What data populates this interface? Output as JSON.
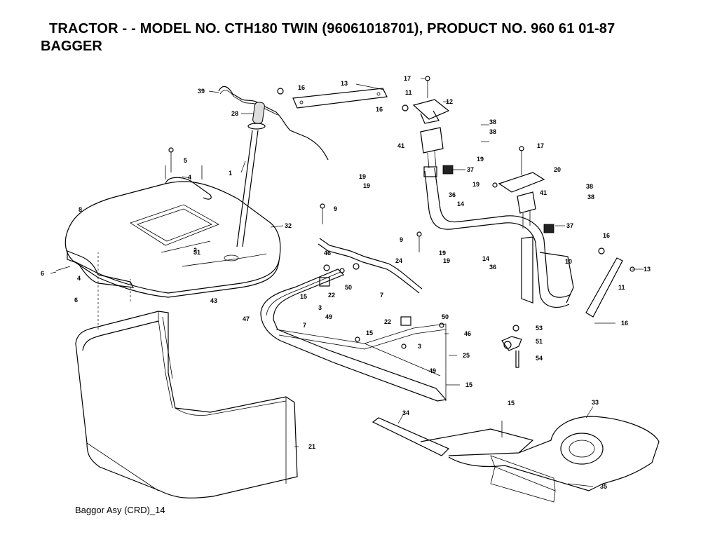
{
  "header": {
    "title": "TRACTOR - - MODEL NO. CTH180 TWIN (96061018701), PRODUCT NO. 960 61 01-87",
    "subtitle": "BAGGER"
  },
  "caption": "Baggor Asy (CRD)_14",
  "callouts": {
    "c39": "39",
    "c13": "13",
    "c16a": "16",
    "c16b": "16",
    "c17a": "17",
    "c11a": "11",
    "c12": "12",
    "c28": "28",
    "c38a": "38",
    "c38b": "38",
    "c41a": "41",
    "c19a": "19",
    "c17b": "17",
    "c5": "5",
    "c4a": "4",
    "c1": "1",
    "c19b": "19",
    "c19c": "19",
    "c37a": "37",
    "c20": "20",
    "c19d": "19",
    "c36a": "36",
    "c41b": "41",
    "c38c": "38",
    "c38d": "38",
    "c8": "8",
    "c9a": "9",
    "c14a": "14",
    "c32": "32",
    "c37b": "37",
    "c16c": "16",
    "c9b": "9",
    "c2": "2",
    "c31": "31",
    "c24": "24",
    "c19e": "19",
    "c19f": "19",
    "c14b": "14",
    "c10": "10",
    "c46a": "46",
    "c36b": "36",
    "c13b": "13",
    "c6a": "6",
    "c4b": "4",
    "c22a": "22",
    "c50a": "50",
    "c7a": "7",
    "c11b": "11",
    "c15a": "15",
    "c43": "43",
    "c3a": "3",
    "c6b": "6",
    "c49a": "49",
    "c47": "47",
    "c16d": "16",
    "c7b": "7",
    "c22b": "22",
    "c50b": "50",
    "c15b": "15",
    "c46b": "46",
    "c53": "53",
    "c3b": "3",
    "c51": "51",
    "c25": "25",
    "c54": "54",
    "c49b": "49",
    "c15c": "15",
    "c34": "34",
    "c15d": "15",
    "c33": "33",
    "c21": "21",
    "c35": "35"
  }
}
